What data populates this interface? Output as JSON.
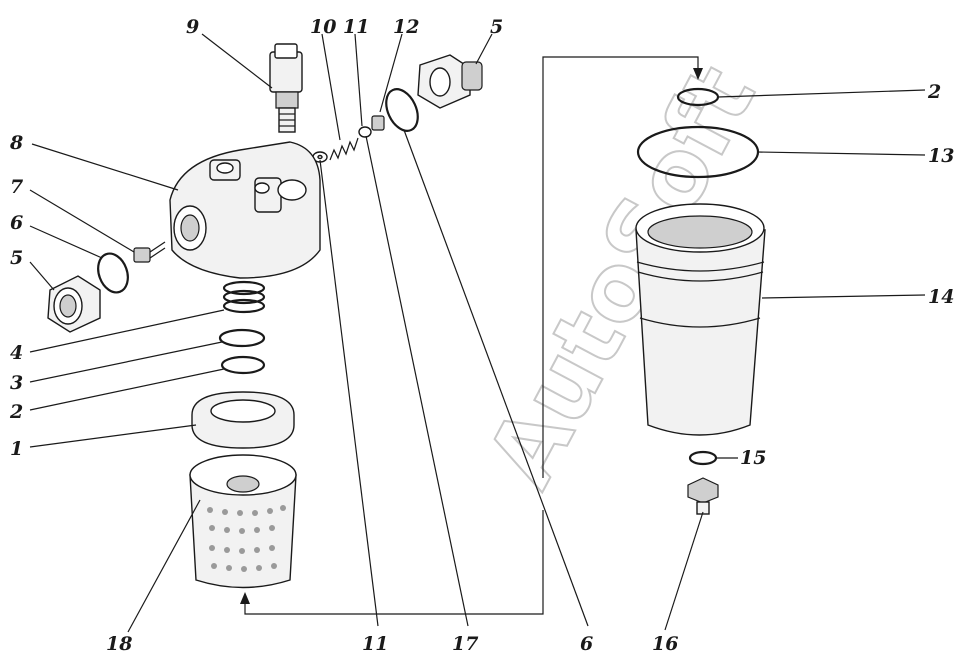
{
  "watermark": "AutoSoft",
  "callouts": [
    "9",
    "10",
    "11",
    "12",
    "5",
    "8",
    "7",
    "6",
    "5",
    "4",
    "3",
    "2",
    "1",
    "18",
    "11",
    "17",
    "6",
    "2",
    "13",
    "14",
    "15",
    "16"
  ],
  "colors": {
    "ink": "#1a1a1a",
    "paper": "#ffffff",
    "watermark": "#c8c8c8"
  }
}
